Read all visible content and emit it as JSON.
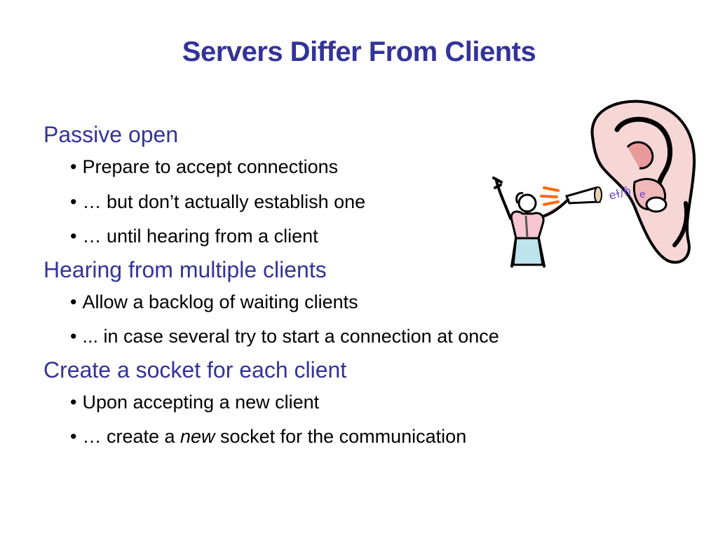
{
  "slide": {
    "title": "Servers Differ From Clients",
    "sections": [
      {
        "heading": "Passive open",
        "items": [
          "Prepare to accept connections",
          "… but don’t actually establish one",
          "… until hearing from a client"
        ]
      },
      {
        "heading": "Hearing from multiple clients",
        "items": [
          "Allow a backlog of waiting clients",
          "... in case several try to start a connection at once"
        ]
      },
      {
        "heading": "Create a socket for each client",
        "items": [
          "Upon accepting a new client"
        ],
        "last_item": {
          "before": "… create a ",
          "emphasis": "new",
          "after": " socket for the communication"
        }
      }
    ],
    "bullet_glyph": "•",
    "colors": {
      "heading": "#333399",
      "body": "#000000",
      "ear_pink": "#f4c9c9"
    }
  }
}
